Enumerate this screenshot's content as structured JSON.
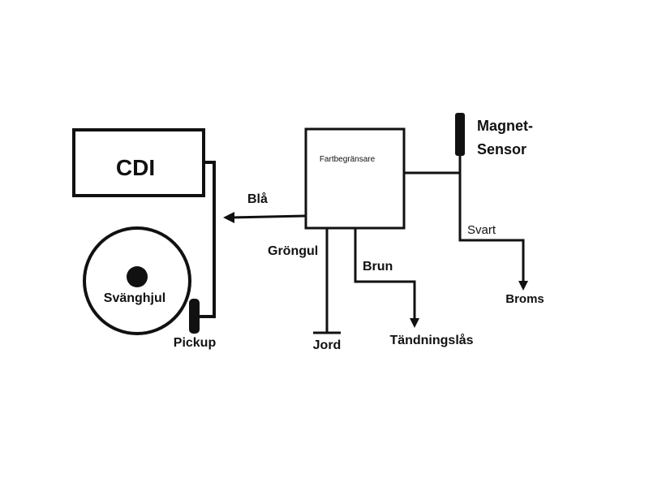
{
  "cdi": "CDI",
  "flywheel": "Svänghjul",
  "pickup": "Pickup",
  "limiter": "Fartbegränsare",
  "sensor_line1": "Magnet-",
  "sensor_line2": "Sensor",
  "wires": {
    "blue": "Blå",
    "green_yellow": "Gröngul",
    "brown": "Brun",
    "black": "Svart"
  },
  "terminals": {
    "ground": "Jord",
    "ignition_lock": "Tändningslås",
    "brake": "Broms"
  }
}
